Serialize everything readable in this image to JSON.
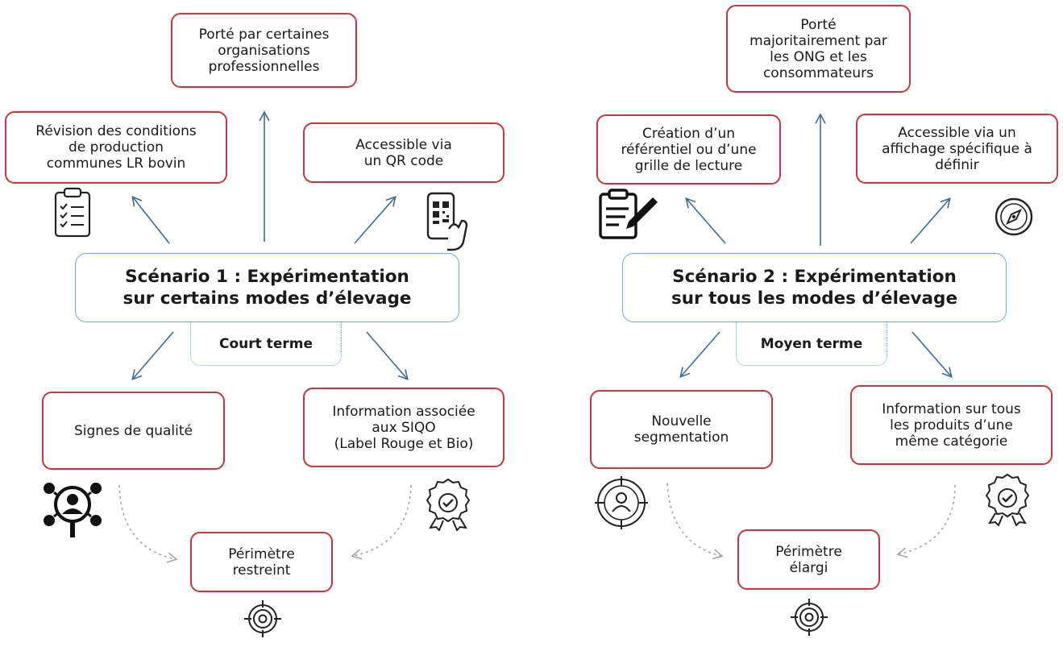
{
  "scenario1": {
    "title": "Scénario 1 : Expérimentation\nsur certains modes d’élevage",
    "term": "Court terme",
    "top": "Porté par certaines\norganisations\nprofessionnelles",
    "left": "Révision des conditions\nde production\ncommunes LR bovin",
    "right": "Accessible via\nun QR code",
    "bottom_left": "Signes de qualité",
    "bottom_right": "Information associée\naux SIQO\n(Label Rouge et Bio)",
    "perimeter": "Périmètre\nrestreint"
  },
  "scenario2": {
    "title": "Scénario 2 : Expérimentation\nsur tous les modes d’élevage",
    "term": "Moyen terme",
    "top": "Porté\nmajoritairement par\nles ONG et les\nconsommateurs",
    "left": "Création d’un\nréférentiel ou d’une\ngrille de lecture",
    "right": "Accessible via un\naffichage spécifique à\ndéfinir",
    "bottom_left": "Nouvelle\nsegmentation",
    "bottom_right": "Information sur tous\nles produits d’une\nmême catégorie",
    "perimeter": "Périmètre\nélargi"
  },
  "icons": [
    "clipboard-checklist-icon",
    "qr-phone-icon",
    "people-search-icon",
    "award-badge-icon",
    "target-icon",
    "clipboard-pen-icon",
    "compass-icon",
    "user-target-icon"
  ],
  "colors": {
    "box_border": "#c9353d",
    "center_border": "#6fa8dc",
    "arrow": "#3f6b9a",
    "dotted_arrow": "#a6a6a6"
  }
}
